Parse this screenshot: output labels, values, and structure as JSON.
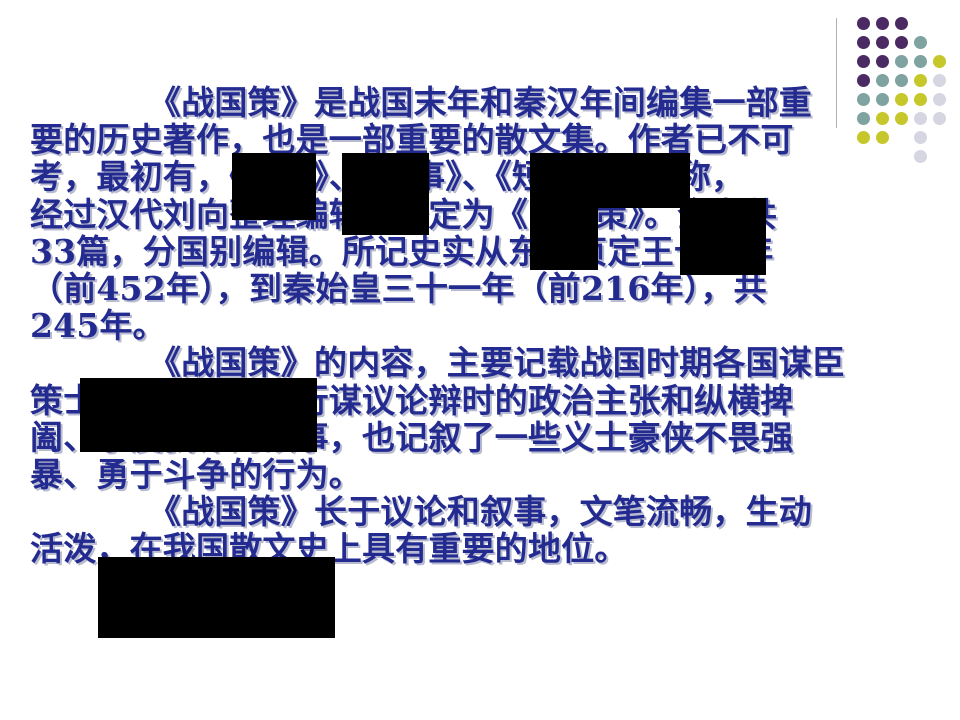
{
  "paragraph1": {
    "lines": [
      "《战国策》是战国末年和秦汉年间编集一部重",
      "要的历史著作，也是一部重要的散文集。作者已不可",
      "考，最初有，《国策》、《国事》、《短长》等名称，",
      "经过汉代刘向整理编辑，始定为《战国策》。全书共",
      "33篇，分国别编辑。所记史实从东周贞定王十七年",
      "（前452年），到秦始皇三十一年（前216年），共",
      "245年。"
    ]
  },
  "paragraph2": {
    "lines": [
      "《战国策》的内容，主要记载战国时期各国谋臣",
      "策士游说诸侯或进行谋议论辩时的政治主张和纵横捭",
      "阖、尔虞我诈的故事，也记叙了一些义士豪侠不畏强",
      "暴、勇于斗争的行为。"
    ]
  },
  "paragraph3": {
    "lines": [
      "《战国策》长于议论和叙事，文笔流畅，生动",
      "活泼，在我国散文史上具有重要的地位。"
    ]
  },
  "decoration": {
    "dot_colors": {
      "purple": "#4b2a63",
      "teal": "#7fa3a0",
      "olive": "#c6c72a",
      "grey": "#d6d6e2"
    },
    "text_color": "#232b90"
  }
}
